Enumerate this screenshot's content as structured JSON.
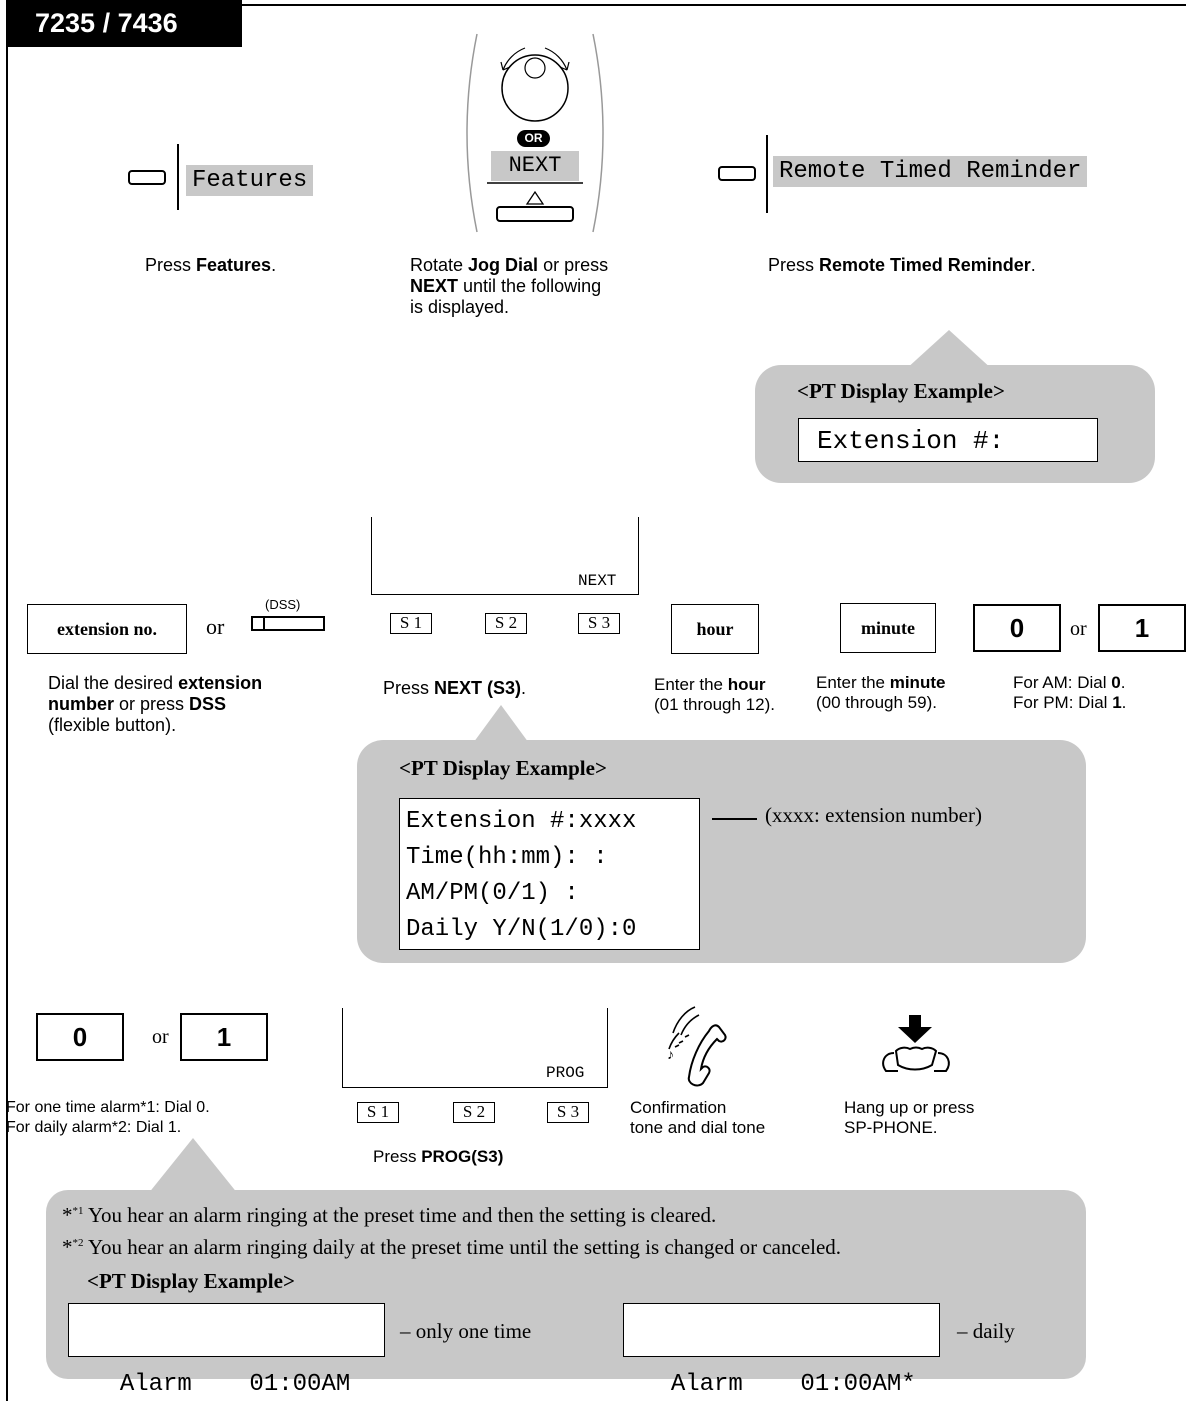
{
  "model_tab": "7235 / 7436",
  "step1": {
    "lcd_label": "Features",
    "caption_pre": "Press ",
    "caption_bold": "Features",
    "caption_post": "."
  },
  "step2": {
    "or_badge": "OR",
    "next_label": "NEXT",
    "caption_l1_pre": "Rotate ",
    "caption_l1_bold": "Jog Dial",
    "caption_l1_post": " or press",
    "caption_l2_bold": "NEXT",
    "caption_l2_post": " until the following",
    "caption_l3": "is displayed."
  },
  "step3": {
    "lcd_label": "Remote Timed Reminder",
    "caption_pre": "Press ",
    "caption_bold": "Remote Timed Reminder",
    "caption_post": "."
  },
  "display1": {
    "title": "<PT Display Example>",
    "line": "Extension #:"
  },
  "row2": {
    "extension_key": "extension no.",
    "or1": "or",
    "dss_label": "(DSS)",
    "softkey_screen_label": "NEXT",
    "s1": "S 1",
    "s2": "S 2",
    "s3": "S 3",
    "hour_key": "hour",
    "minute_key": "minute",
    "key0": "0",
    "or2": "or",
    "key1": "1",
    "cap_ext_l1_pre": "Dial the desired ",
    "cap_ext_l1_bold": "extension",
    "cap_ext_l2_bold": "number",
    "cap_ext_l2_mid": " or press ",
    "cap_ext_l2_bold2": "DSS",
    "cap_ext_l3": "(flexible button).",
    "cap_next_pre": "Press ",
    "cap_next_bold": "NEXT (S3)",
    "cap_next_post": ".",
    "cap_hour_l1_pre": "Enter the ",
    "cap_hour_l1_bold": "hour",
    "cap_hour_l2": "(01 through 12).",
    "cap_min_l1_pre": "Enter the ",
    "cap_min_l1_bold": "minute",
    "cap_min_l2": "(00 through 59).",
    "cap_ampm_l1_pre": "For AM: Dial ",
    "cap_ampm_l1_bold": "0",
    "cap_ampm_l1_post": ".",
    "cap_ampm_l2_pre": "For PM: Dial ",
    "cap_ampm_l2_bold": "1",
    "cap_ampm_l2_post": "."
  },
  "display2": {
    "title": "<PT Display Example>",
    "lines": [
      "Extension #:xxxx",
      "Time(hh:mm): :",
      "AM/PM(0/1) :",
      "Daily Y/N(1/0):0"
    ],
    "note": "(xxxx: extension number)"
  },
  "row3": {
    "key0": "0",
    "or": "or",
    "key1": "1",
    "cap_alarm_l1": "For one time alarm*1: Dial 0.",
    "cap_alarm_l2": "For daily alarm*2: Dial 1.",
    "softkey_screen_label": "PROG",
    "s1": "S 1",
    "s2": "S 2",
    "s3": "S 3",
    "cap_prog_pre": "Press ",
    "cap_prog_bold": "PROG(S3)",
    "cap_conf_l1": "Confirmation",
    "cap_conf_l2": "tone and dial tone",
    "cap_hang_l1": "Hang up or press",
    "cap_hang_l2": "SP-PHONE."
  },
  "footnotes": {
    "fn1_mark": "*1",
    "fn1_text": "You hear an alarm ringing at the preset time and then the setting is cleared.",
    "fn2_mark": "*2",
    "fn2_text": "You hear an alarm ringing daily at the preset time until the setting is changed or canceled.",
    "title": "<PT Display Example>",
    "lcd_one": "Alarm    01:00AM",
    "label_one": "– only one time",
    "lcd_daily": "Alarm    01:00AM*",
    "label_daily": "– daily"
  }
}
